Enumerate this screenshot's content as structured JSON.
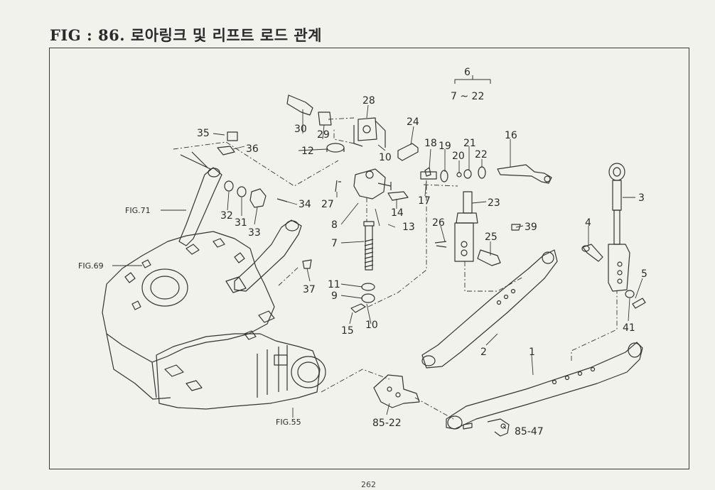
{
  "title": "FIG : 86. 로아링크 및 리프트 로드 관계",
  "page_number": "262",
  "assembly": {
    "number": "6",
    "range": "7 ~ 22"
  },
  "figure_refs": {
    "fig71": "FIG.71",
    "fig69": "FIG.69",
    "fig55": "FIG.55",
    "ref_85_22": "85-22",
    "ref_85_47": "85-47"
  },
  "part_labels": {
    "p1": "1",
    "p2": "2",
    "p3": "3",
    "p4": "4",
    "p5": "5",
    "p7": "7",
    "p8": "8",
    "p9": "9",
    "p10a": "10",
    "p10b": "10",
    "p11": "11",
    "p12": "12",
    "p13": "13",
    "p14": "14",
    "p15": "15",
    "p16": "16",
    "p17": "17",
    "p18": "18",
    "p19": "19",
    "p20": "20",
    "p21": "21",
    "p22": "22",
    "p23": "23",
    "p24": "24",
    "p25": "25",
    "p26": "26",
    "p27": "27",
    "p28": "28",
    "p29": "29",
    "p30": "30",
    "p31": "31",
    "p32": "32",
    "p33": "33",
    "p34": "34",
    "p35": "35",
    "p36": "36",
    "p37": "37",
    "p39": "39",
    "p41": "41"
  }
}
